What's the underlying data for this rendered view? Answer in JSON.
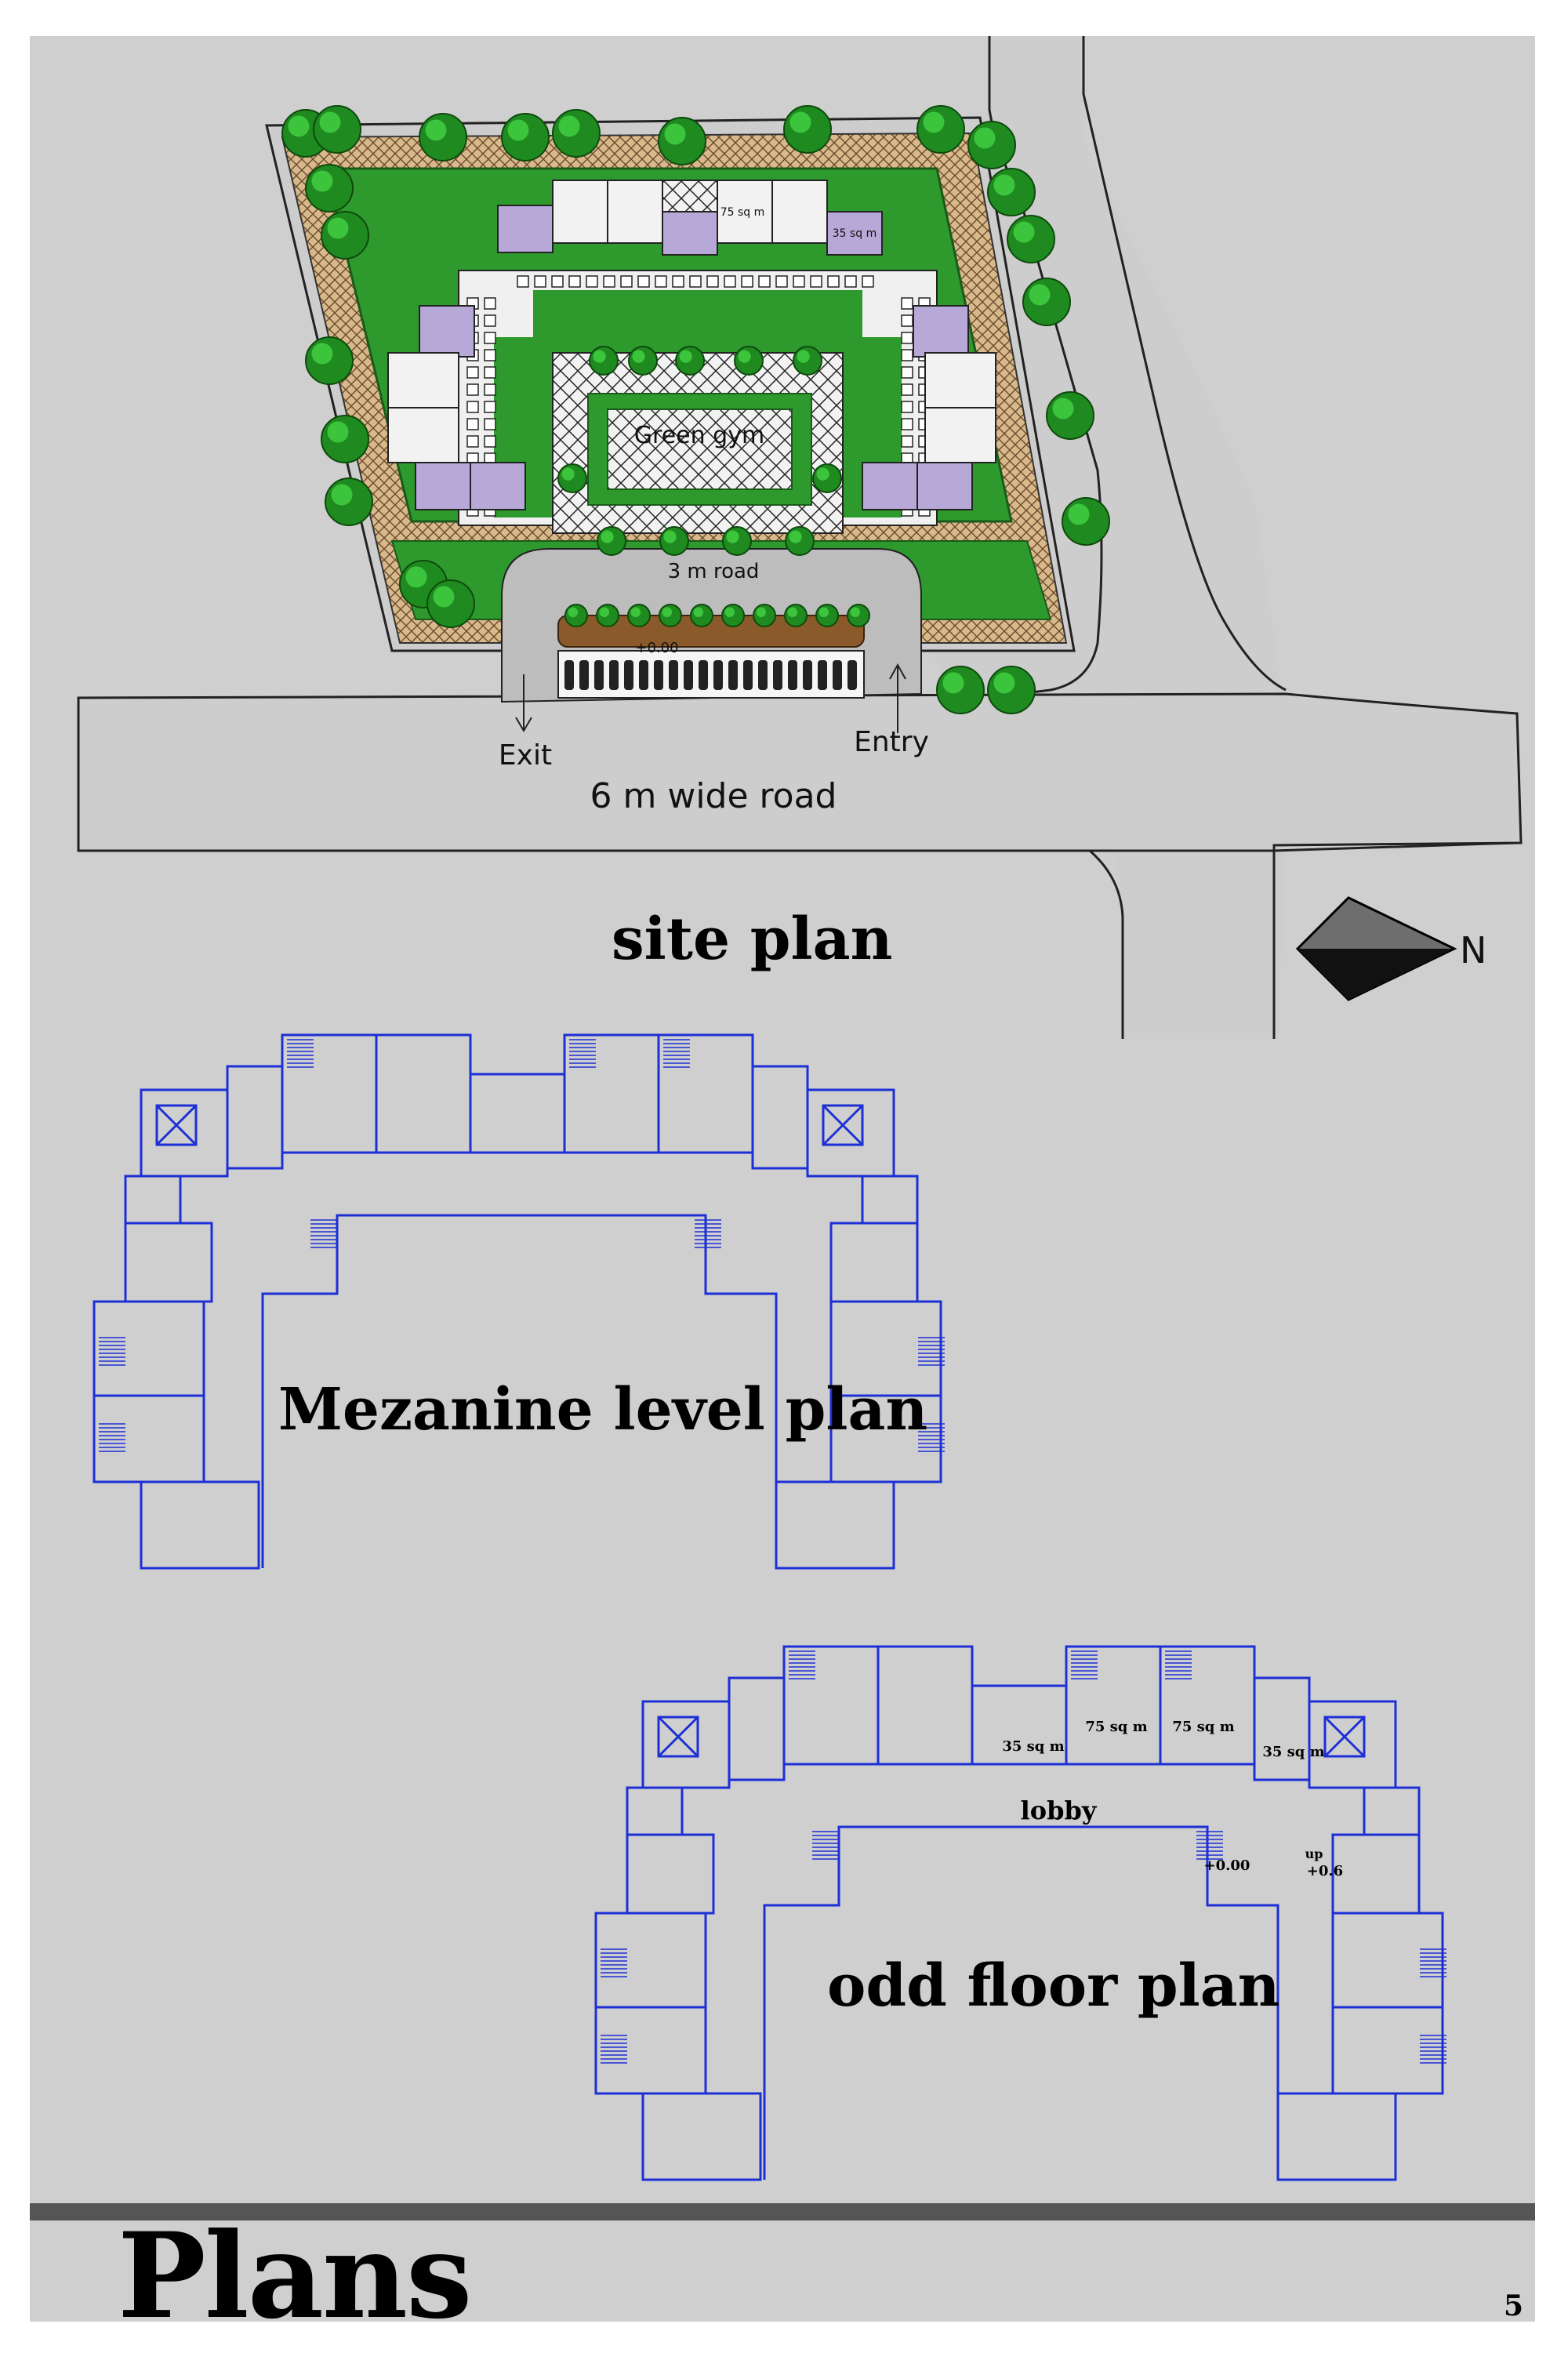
{
  "page": {
    "title": "Plans",
    "page_number": "5",
    "colors": {
      "background": "#cfcfcf",
      "plan_lines": "#1d2fd6",
      "road": "#cdcdcd",
      "grass": "#2e9a2e",
      "heading_bar": "#555555"
    }
  },
  "site_plan": {
    "heading": "site plan",
    "labels": {
      "road_main": "6 m wide road",
      "road_inner": "3 m road",
      "green_gym": "Green gym",
      "exit": "Exit",
      "entry": "Entry",
      "level": "+0.00",
      "unit_75": "75 sq m",
      "unit_35": "35 sq m"
    },
    "north_arrow": "N",
    "icons": [
      "tree-icon",
      "north-arrow-icon",
      "exit-arrow-icon",
      "entry-arrow-icon"
    ]
  },
  "mezzanine_plan": {
    "heading": "Mezanine level plan"
  },
  "odd_floor_plan": {
    "heading": "odd floor plan",
    "labels": {
      "unit_35_left": "35 sq m",
      "unit_75_left": "75 sq m",
      "unit_75_right": "75 sq m",
      "unit_35_right": "35 sq m",
      "lobby": "lobby",
      "level_ground": "+0.00",
      "up": "up",
      "level_up": "+0.6"
    }
  }
}
